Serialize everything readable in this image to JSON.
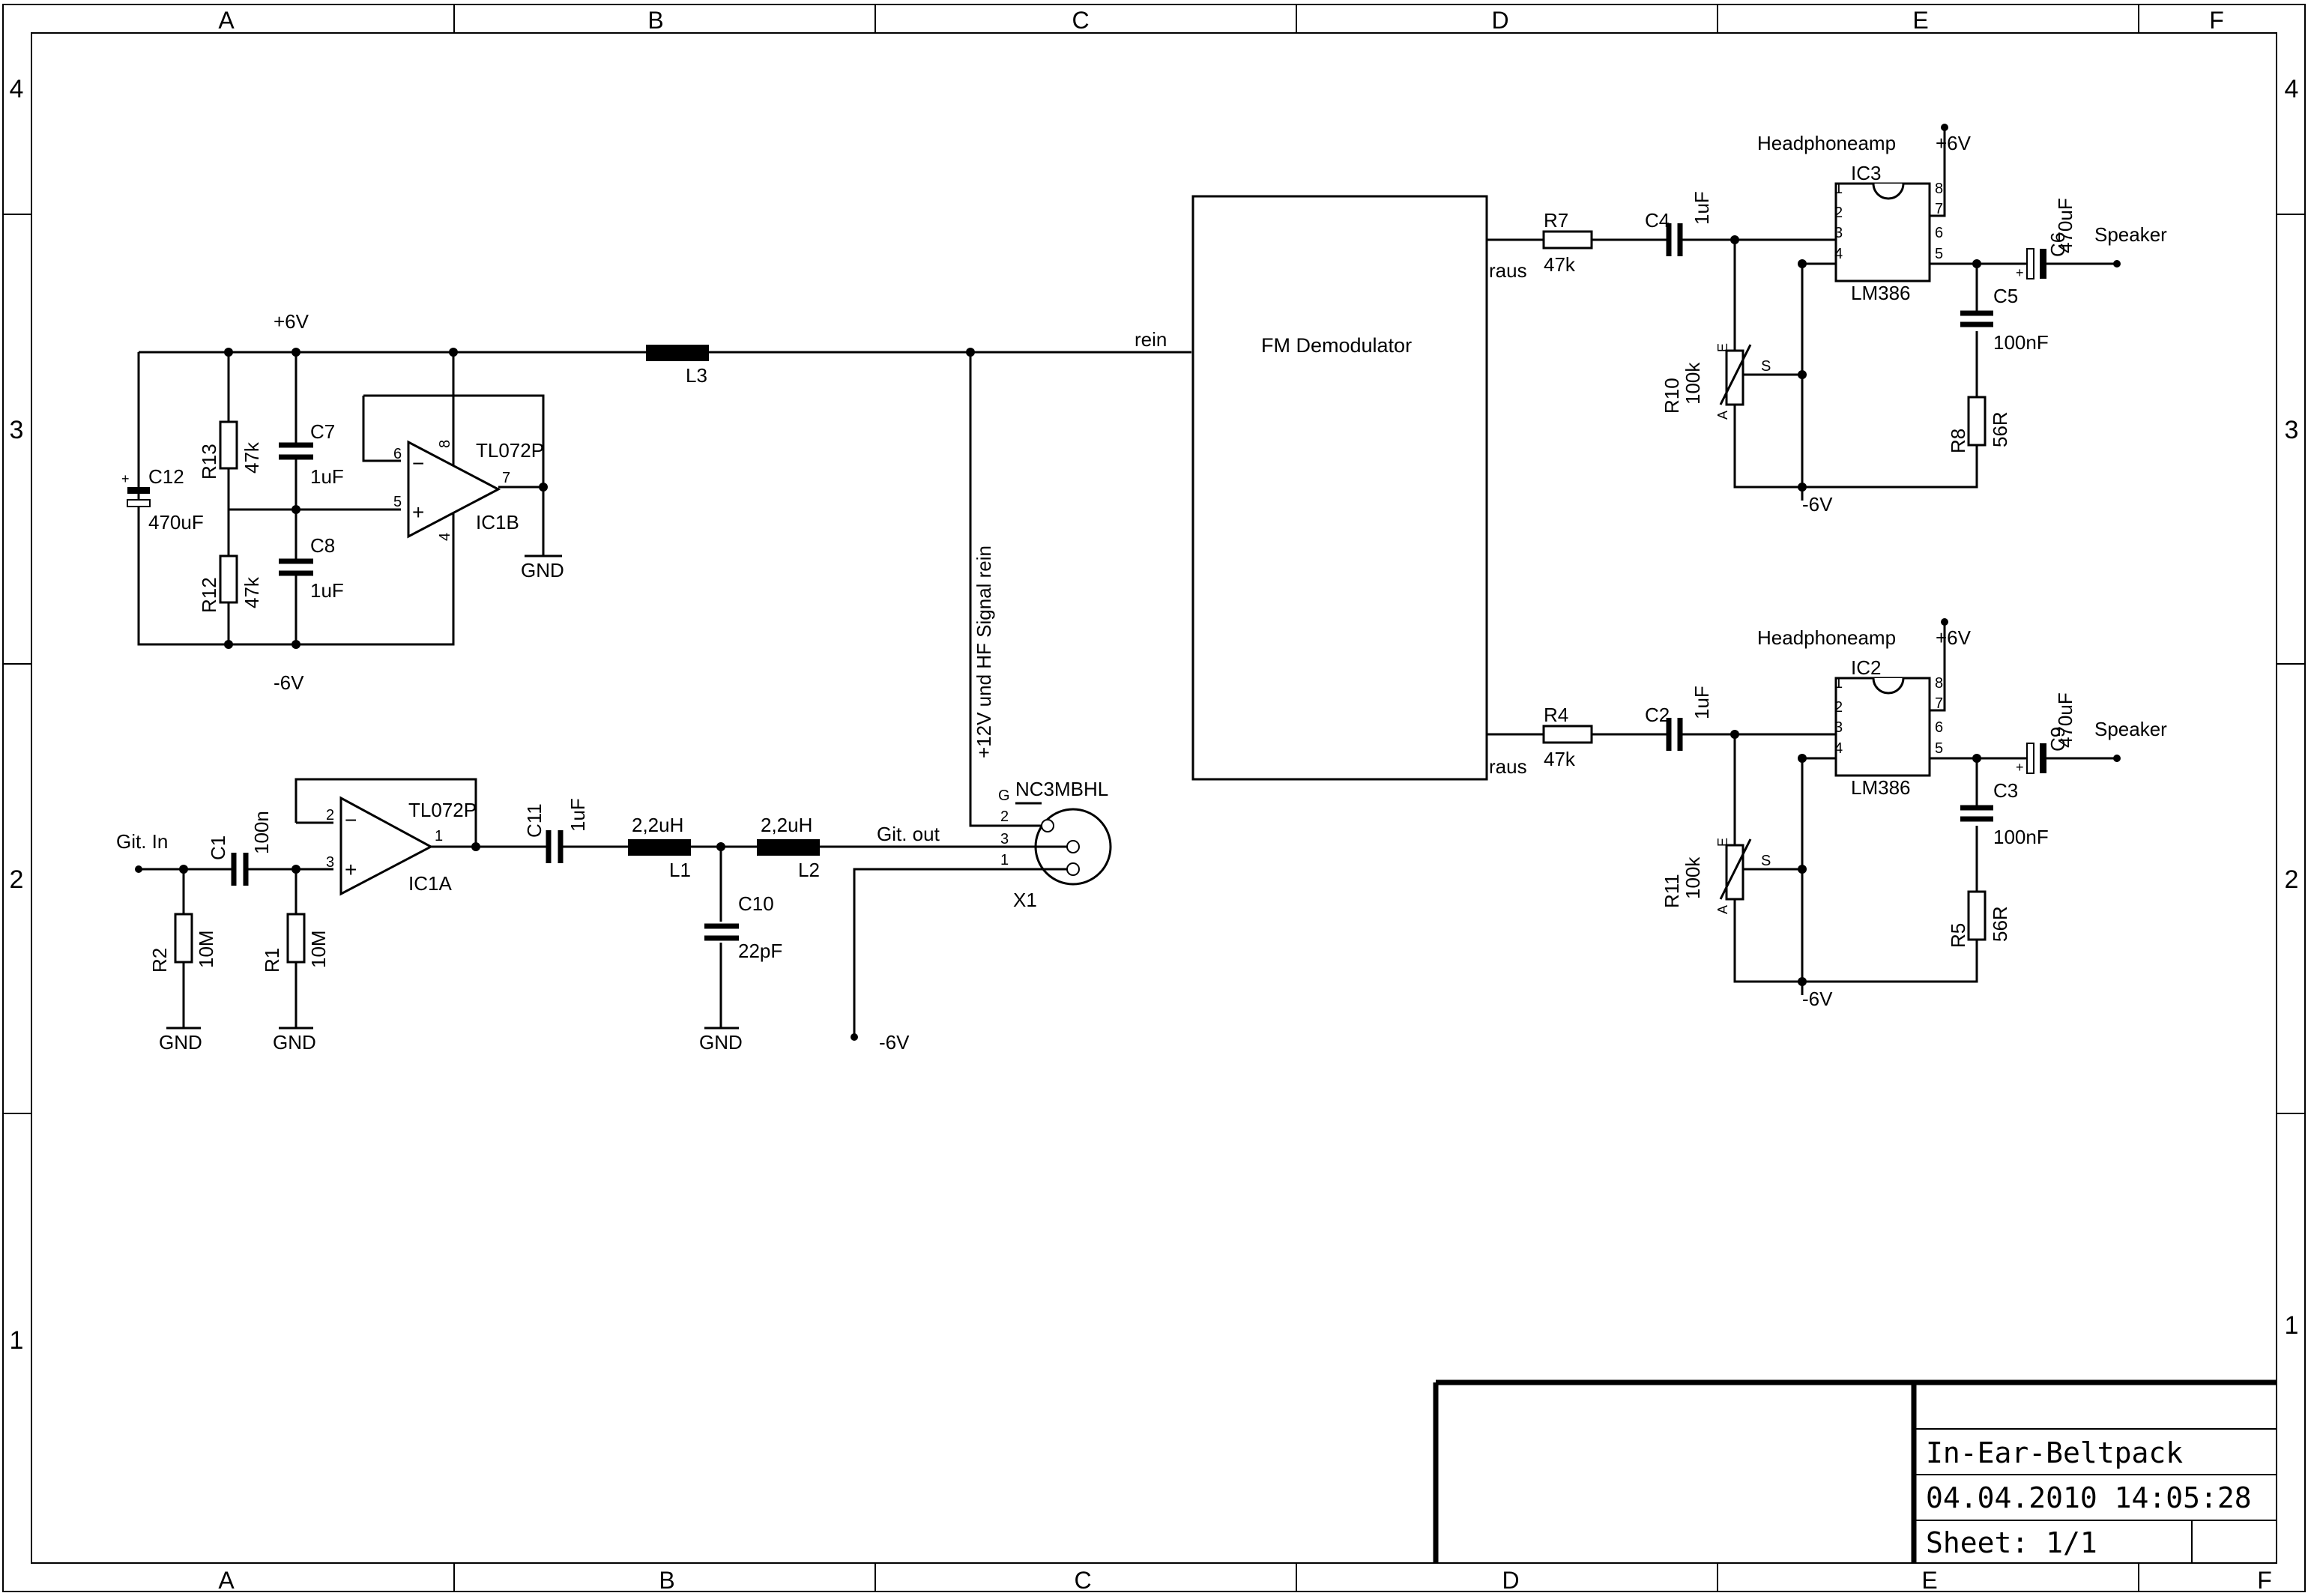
{
  "title_block": {
    "project": "In-Ear-Beltpack",
    "datetime": "04.04.2010 14:05:28",
    "sheet": "Sheet: 1/1"
  },
  "frame": {
    "columns": [
      "A",
      "B",
      "C",
      "D",
      "E",
      "F"
    ],
    "rows": [
      "4",
      "3",
      "2",
      "1"
    ]
  },
  "blocks": {
    "fm_demodulator": "FM Demodulator",
    "input_label": "rein",
    "output_label": "raus"
  },
  "rails": {
    "pos6": "+6V",
    "neg6": "-6V",
    "gnd": "GND"
  },
  "signals": {
    "gitarre_in": "Git. In",
    "gitarre_out": "Git. out",
    "phantom": "+12V und HF Signal rein",
    "speaker": "Speaker",
    "headphone_amp": "Headphoneamp"
  },
  "components": {
    "ic1a": {
      "name": "IC1A",
      "type": "TL072P",
      "pins": [
        "2",
        "3",
        "1"
      ]
    },
    "ic1b": {
      "name": "IC1B",
      "type": "TL072P",
      "pins": [
        "6",
        "5",
        "7",
        "8",
        "4"
      ]
    },
    "ic2": {
      "name": "IC2",
      "type": "LM386",
      "pins": [
        "1",
        "2",
        "3",
        "4",
        "8",
        "7",
        "6",
        "5"
      ]
    },
    "ic3": {
      "name": "IC3",
      "type": "LM386",
      "pins": [
        "1",
        "2",
        "3",
        "4",
        "8",
        "7",
        "6",
        "5"
      ]
    },
    "x1": {
      "name": "X1",
      "type": "NC3MBHL",
      "pins": [
        "G",
        "2",
        "3",
        "1"
      ]
    },
    "r1": {
      "name": "R1",
      "value": "10M"
    },
    "r2": {
      "name": "R2",
      "value": "10M"
    },
    "r4": {
      "name": "R4",
      "value": "47k"
    },
    "r5": {
      "name": "R5",
      "value": "56R"
    },
    "r7": {
      "name": "R7",
      "value": "47k"
    },
    "r8": {
      "name": "R8",
      "value": "56R"
    },
    "r10": {
      "name": "R10",
      "value": "100k"
    },
    "r11": {
      "name": "R11",
      "value": "100k"
    },
    "r12": {
      "name": "R12",
      "value": "47k"
    },
    "r13": {
      "name": "R13",
      "value": "47k"
    },
    "c1": {
      "name": "C1",
      "value": "100n"
    },
    "c2": {
      "name": "C2",
      "value": "1uF"
    },
    "c3": {
      "name": "C3",
      "value": "100nF"
    },
    "c4": {
      "name": "C4",
      "value": "1uF"
    },
    "c5": {
      "name": "C5",
      "value": "100nF"
    },
    "c6": {
      "name": "C6",
      "value": "470uF"
    },
    "c7": {
      "name": "C7",
      "value": "1uF"
    },
    "c8": {
      "name": "C8",
      "value": "1uF"
    },
    "c9": {
      "name": "C9",
      "value": "470uF"
    },
    "c10": {
      "name": "C10",
      "value": "22pF"
    },
    "c11": {
      "name": "C11",
      "value": "1uF"
    },
    "c12": {
      "name": "C12",
      "value": "470uF"
    },
    "l1": {
      "name": "L1",
      "value": "2,2uH"
    },
    "l2": {
      "name": "L2",
      "value": "2,2uH"
    },
    "l3": {
      "name": "L3"
    },
    "pot_pins": {
      "a": "A",
      "e": "E",
      "s": "S"
    },
    "polarity": {
      "plus": "+",
      "minus": "−"
    }
  }
}
